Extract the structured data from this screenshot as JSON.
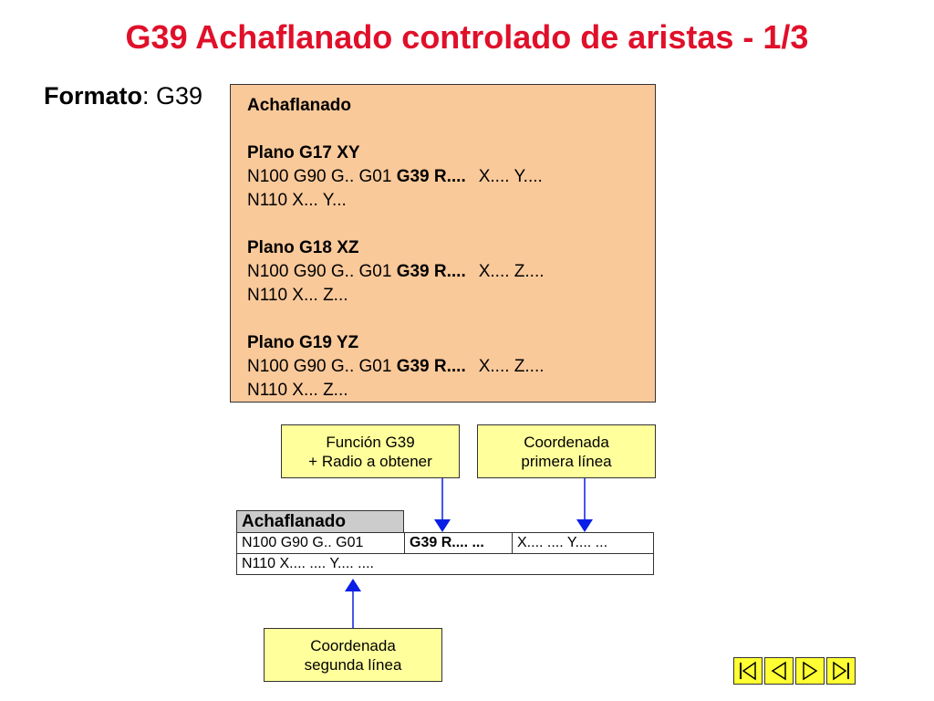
{
  "title": "G39 Achaflanado controlado de aristas - 1/3",
  "format": {
    "label": "Formato",
    "separator": ":",
    "value": " G39"
  },
  "code_box": {
    "heading": "Achaflanado",
    "sections": [
      {
        "plane": "Plano G17 XY",
        "line1_a": "N100 G90 G.. G01 ",
        "line1_b": "G39 R....",
        "line1_c": "X.... Y....",
        "line2": "N110 X... Y..."
      },
      {
        "plane": "Plano G18 XZ",
        "line1_a": "N100 G90 G.. G01 ",
        "line1_b": "G39 R....",
        "line1_c": "X.... Z....",
        "line2": "N110 X... Z..."
      },
      {
        "plane": "Plano G19 YZ",
        "line1_a": "N100 G90 G.. G01 ",
        "line1_b": "G39 R....",
        "line1_c": "X.... Z....",
        "line2": "N110 X... Z..."
      }
    ]
  },
  "callouts": {
    "function": {
      "line1": "Función G39",
      "line2": "+ Radio a obtener"
    },
    "first_coord": {
      "line1": "Coordenada",
      "line2": "primera línea"
    },
    "second_coord": {
      "line1": "Coordenada",
      "line2": "segunda línea"
    }
  },
  "table": {
    "header": "Achaflanado",
    "row1": {
      "c1": "N100 G90 G.. G01",
      "c2": "G39 R.... ...",
      "c3": "X.... .... Y.... ..."
    },
    "row2": "N110 X.... .... Y.... ...."
  },
  "colors": {
    "title": "#e0102a",
    "code_box": "#fac99a",
    "callout": "#ffff9c",
    "arrow": "#0a1ee6",
    "nav": "#ffff33"
  },
  "nav_icons": [
    "first-slide-icon",
    "previous-slide-icon",
    "next-slide-icon",
    "last-slide-icon"
  ]
}
